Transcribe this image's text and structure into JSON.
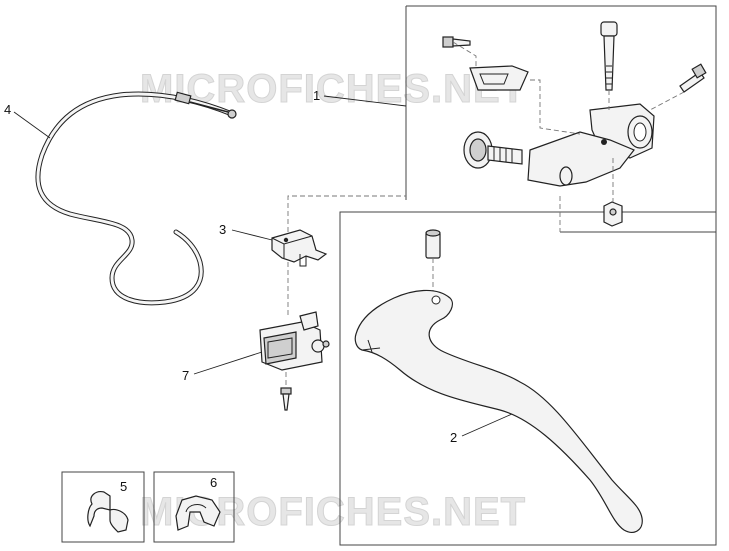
{
  "watermark": {
    "top": "MICROFICHES.NET",
    "bottom": "MICROFICHES.NET"
  },
  "callouts": {
    "c1": "1",
    "c2": "2",
    "c3": "3",
    "c4": "4",
    "c5": "5",
    "c6": "6",
    "c7": "7"
  },
  "parts": [
    {
      "ref": "1",
      "name": "lever-holder-assembly"
    },
    {
      "ref": "2",
      "name": "lever"
    },
    {
      "ref": "3",
      "name": "switch"
    },
    {
      "ref": "4",
      "name": "cable"
    },
    {
      "ref": "5",
      "name": "clip"
    },
    {
      "ref": "6",
      "name": "clip"
    },
    {
      "ref": "7",
      "name": "switch-block"
    }
  ]
}
